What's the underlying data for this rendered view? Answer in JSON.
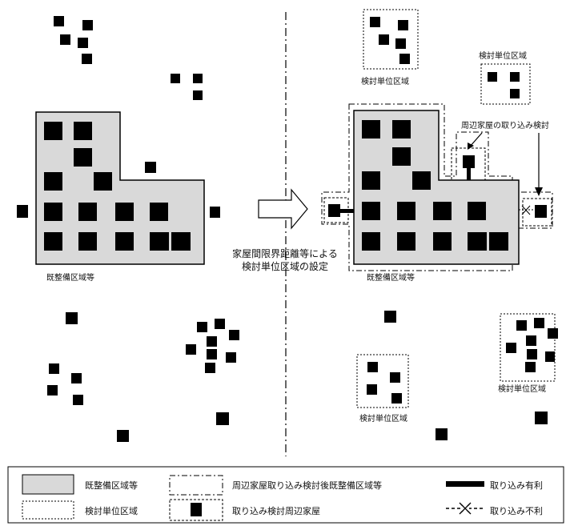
{
  "left_panel": {
    "area_label": "既整備区域等"
  },
  "arrow_caption": {
    "line1": "家屋間限界距離等による",
    "line2": "検討単位区域の設定"
  },
  "right_panel": {
    "area_label": "既整備区域等",
    "unit_area_label_top": "検討単位区域",
    "unit_area_label_topright": "検討単位区域",
    "unit_area_label_bottom_left": "検討単位区域",
    "unit_area_label_bottom_right": "検討単位区域",
    "callout_label": "周辺家屋の取り込み検討"
  },
  "legend": {
    "items": [
      {
        "label": "既整備区域等"
      },
      {
        "label": "周辺家屋取り込み検討後既整備区域等"
      },
      {
        "label": "取り込み有利"
      },
      {
        "label": "検討単位区域"
      },
      {
        "label": "取り込み検討周辺家屋"
      },
      {
        "label": "取り込み不利"
      }
    ]
  },
  "colors": {
    "area_fill": "#d9d9d9",
    "house": "#000000",
    "line": "#000000"
  }
}
